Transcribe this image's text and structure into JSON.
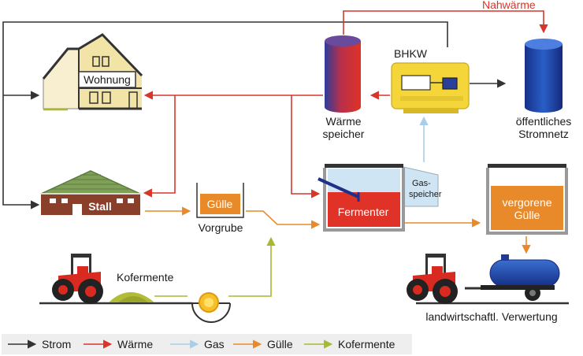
{
  "labels": {
    "nahwaerme": "Nahwärme",
    "bhkw": "BHKW",
    "wohnung": "Wohnung",
    "waerme": "Wärme",
    "speicher": "speicher",
    "oeffentliches": "öffentliches",
    "stromnetz": "Stromnetz",
    "stall": "Stall",
    "guelle": "Gülle",
    "vorgrube": "Vorgrube",
    "gas": "Gas-",
    "gasspeicher": "speicher",
    "fermenter": "Fermenter",
    "vergorene": "vergorene",
    "vergorene_guelle": "Gülle",
    "kofermente": "Kofermente",
    "verwertung": "landwirtschaftl. Verwertung"
  },
  "legend": [
    {
      "label": "Strom",
      "color": "#333333"
    },
    {
      "label": "Wärme",
      "color": "#d7372b"
    },
    {
      "label": "Gas",
      "color": "#a9cfe8"
    },
    {
      "label": "Gülle",
      "color": "#e98a2a"
    },
    {
      "label": "Kofermente",
      "color": "#a8b833"
    }
  ],
  "colors": {
    "strom": "#333333",
    "waerme": "#d7372b",
    "gas": "#a9cfe8",
    "guelle": "#e98a2a",
    "kofermente": "#a8b833"
  }
}
